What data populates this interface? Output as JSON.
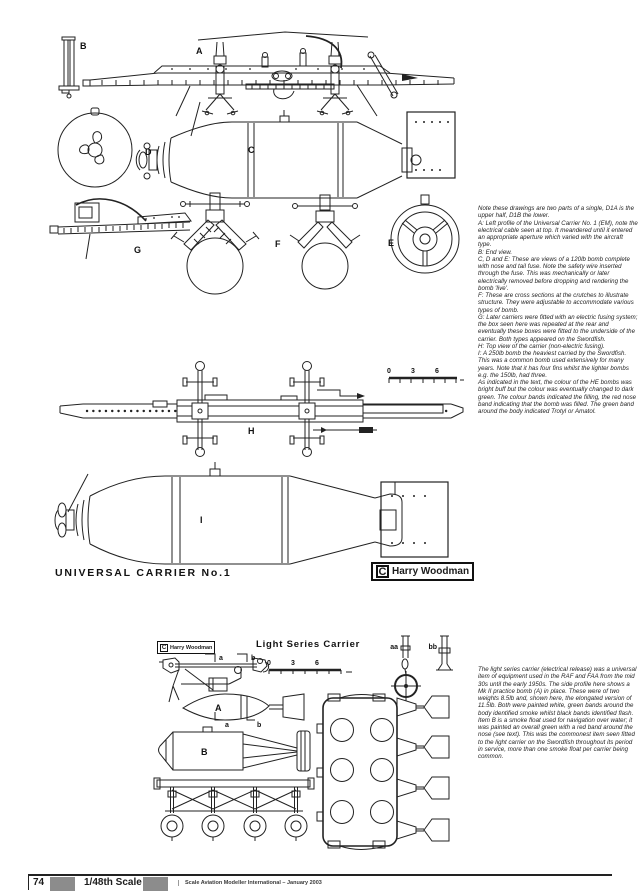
{
  "upper_plate": {
    "labels": {
      "A": "A",
      "B": "B",
      "C": "C",
      "D": "D",
      "E": "E",
      "F": "F",
      "G": "G",
      "H": "H",
      "I": "I"
    },
    "ruler_ticks": [
      "0",
      "3",
      "6"
    ],
    "caption": "UNIVERSAL CARRIER No.1",
    "credit": {
      "symbol": "C",
      "name": "Harry Woodman"
    },
    "notes": "Note these drawings are two parts of a single, D1A is the upper half, D1B the lower.\nA: Left profile of the Universal Carrier No. 1 (EM), note the electrical cable seen at top. It meandered until it entered an appropriate aperture which varied with the aircraft type.\nB: End view.\nC, D and E: These are views of a 120lb bomb complete with nose and tail fuse. Note the safety wire inserted through the fuse. This was mechanically or later electrically removed before dropping and rendering the bomb 'live'.\nF: These are cross sections at the crutches to illustrate structure. They were adjustable to accommodate various types of bomb.\nG: Later carriers were fitted with an electric fusing system; the box seen here was repeated at the rear and eventually these boxes were fitted to the underside of the carrier. Both types appeared on the Swordfish.\nH: Top view of the carrier (non-electric fusing).\nI: A 250lb bomb the heaviest carried by the Swordfish. This was a common bomb used extensively for many years. Note that it has four fins whilst the lighter bombs e.g. the 150lb, had three.\nAs indicated in the text, the colour of the HE bombs was bright buff but the colour was eventually changed to dark green. The colour bands indicated the filling, the red nose band indicating that the bomb was filled. The green band around the body indicated Trotyl or Amatol."
  },
  "lower_plate": {
    "title": "Light Series Carrier",
    "labels": {
      "A": "A",
      "B": "B",
      "a": "a",
      "b": "b",
      "aa": "aa",
      "bb": "bb"
    },
    "ruler_ticks": [
      "0",
      "3",
      "6"
    ],
    "credit": {
      "symbol": "C",
      "name": "Harry Woodman"
    },
    "notes": "The light series carrier (electrical release) was a universal item of equipment used in the RAF and FAA from the mid 30s until the early 1950s. The side profile here shows a Mk II practice bomb (A) in place. These were of two weights 8.5lb and, shown here, the elongated version of 11.5lb. Both were painted white, green bands around the body identified smoke whilst black bands identified flash. Item B is a smoke float used for navigation over water; it was painted an overall green with a red band around the nose (see text). This was the commonest item seen fitted to the light carrier on the Swordfish throughout its period in service, more than one smoke float per carrier being common."
  },
  "footer": {
    "page_number": "74",
    "scale_label": "1/48th Scale",
    "magazine": "Scale Aviation Modeller International – January 2003"
  },
  "colors": {
    "ink": "#222222",
    "footer_box": "#8c8c8c"
  }
}
